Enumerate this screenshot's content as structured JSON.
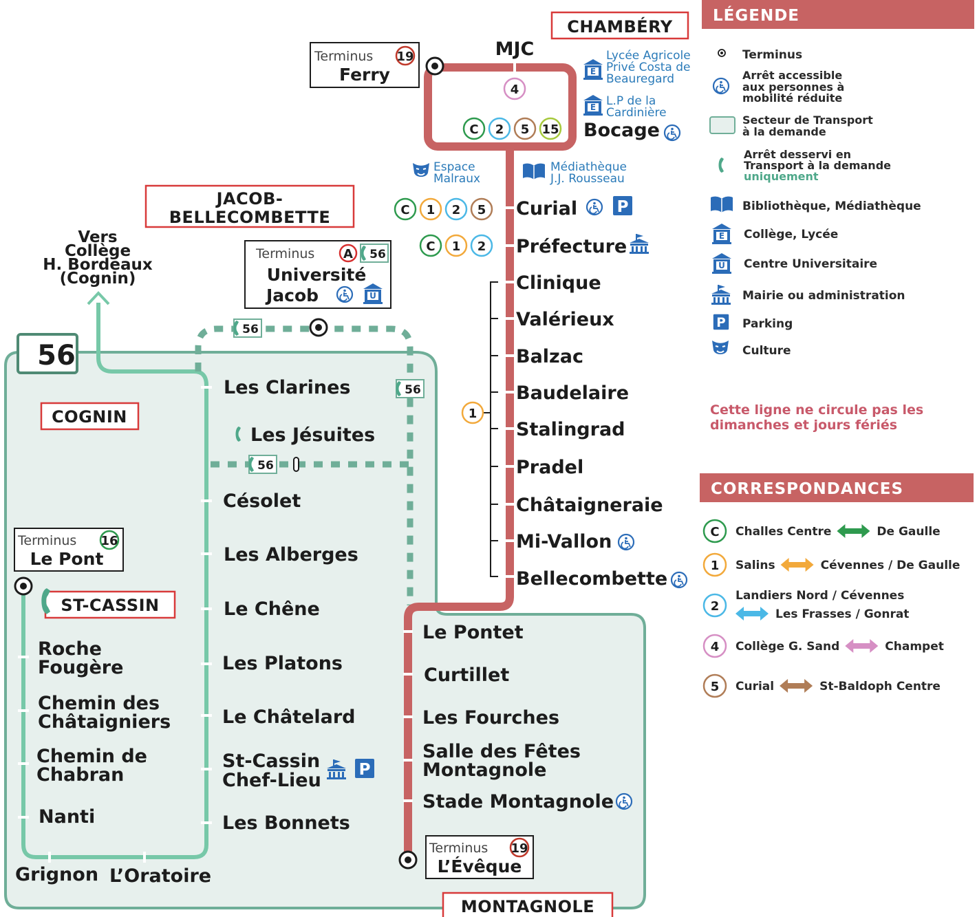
{
  "line": {
    "color": "#c76363",
    "tad_color": "#6fbf9e",
    "tad_fill": "#e8f1ee",
    "badge": "56"
  },
  "cities": {
    "chambery": "CHAMBÉRY",
    "jacob_line1": "JACOB-",
    "jacob_line2": "BELLECOMBETTE",
    "cognin": "COGNIN",
    "st_cassin": "ST-CASSIN",
    "montagnole": "MONTAGNOLE"
  },
  "terminus_label": "Terminus",
  "terminals": {
    "ferry": {
      "line": "19",
      "name": "Ferry"
    },
    "universite": {
      "line_a": "A",
      "line_b": "56",
      "name1": "Université",
      "name2": "Jacob"
    },
    "le_pont": {
      "line": "16",
      "name": "Le Pont"
    },
    "leveque": {
      "line": "19",
      "name": "L’Évêque"
    }
  },
  "stops_main": {
    "mjc": "MJC",
    "bocage": "Bocage",
    "curial": "Curial",
    "prefecture": "Préfecture",
    "clinique": "Clinique",
    "valerieux": "Valérieux",
    "balzac": "Balzac",
    "baudelaire": "Baudelaire",
    "stalingrad": "Stalingrad",
    "pradel": "Pradel",
    "chataigneraie": "Châtaigneraie",
    "mi_vallon": "Mi-Vallon",
    "bellecombette": "Bellecombette"
  },
  "stops_montagnole": [
    "Le Pontet",
    "Curtillet",
    "Les Fourches",
    "Salle des Fêtes",
    "Montagnole",
    "Stade Montagnole"
  ],
  "stops_middle": {
    "clarines": "Les Clarines",
    "jesuites": "Les Jésuites",
    "cesolet": "Césolet",
    "alberges": "Les Alberges",
    "chene": "Le Chêne",
    "platons": "Les Platons",
    "chatelard": "Le Châtelard",
    "st_cassin_1": "St-Cassin",
    "st_cassin_2": "Chef-Lieu",
    "bonnets": "Les Bonnets"
  },
  "stops_left": {
    "roche_1": "Roche",
    "roche_2": "Fougère",
    "chemin_chat_1": "Chemin des",
    "chemin_chat_2": "Châtaigniers",
    "chabran_1": "Chemin de",
    "chabran_2": "Chabran",
    "nanti": "Nanti",
    "grignon": "Grignon",
    "oratoire": "L’Oratoire"
  },
  "direction_cognin": [
    "Vers",
    "Collège",
    "H. Bordeaux",
    "(Cognin)"
  ],
  "pois": {
    "lycee_1": "Lycée Agricole",
    "lycee_2": "Privé Costa de",
    "lycee_3": "Beauregard",
    "lp_1": "L.P de la",
    "lp_2": "Cardinière",
    "espace_1": "Espace",
    "espace_2": "Malraux",
    "media_1": "Médiathèque",
    "media_2": "J.J. Rousseau"
  },
  "correspondences_at_stops": {
    "mjc": [
      "4"
    ],
    "bocage": [
      "C",
      "2",
      "5",
      "15"
    ],
    "curial": [
      "C",
      "1",
      "2",
      "5"
    ],
    "prefecture": [
      "C",
      "1",
      "2"
    ],
    "trunk": [
      "1"
    ]
  },
  "line_colors": {
    "C": "#2e9a4e",
    "1": "#f2a93b",
    "2": "#4bb8e6",
    "4": "#d68fc4",
    "5": "#b07d57",
    "15": "#a6c93c",
    "16": "#2e9a4e",
    "19": "#c0392b",
    "A": "#d62f2f"
  },
  "legend": {
    "title": "LÉGENDE",
    "terminus": "Terminus",
    "accessible": [
      "Arrêt accessible",
      "aux personnes à",
      "mobilité réduite"
    ],
    "sector": [
      "Secteur de Transport",
      "à la demande"
    ],
    "tad_stop": [
      "Arrêt desservi en",
      "Transport à la demande",
      "uniquement"
    ],
    "library": "Bibliothèque, Médiathèque",
    "college": "Collège, Lycée",
    "university": "Centre Universitaire",
    "mairie": "Mairie ou administration",
    "parking": "Parking",
    "culture": "Culture"
  },
  "note": [
    "Cette ligne ne circule pas les",
    "dimanches et jours fériés"
  ],
  "correspondances": {
    "title": "CORRESPONDANCES",
    "items": [
      {
        "id": "C",
        "from": "Challes Centre",
        "to": "De Gaulle",
        "color": "#2e9a4e"
      },
      {
        "id": "1",
        "from": "Salins",
        "to": "Cévennes / De Gaulle",
        "color": "#f2a93b"
      },
      {
        "id": "2",
        "from": "Landiers Nord / Cévennes",
        "to": "Les Frasses / Gonrat",
        "color": "#4bb8e6"
      },
      {
        "id": "4",
        "from": "Collège G. Sand",
        "to": "Champet",
        "color": "#d68fc4"
      },
      {
        "id": "5",
        "from": "Curial",
        "to": "St-Baldoph Centre",
        "color": "#b07d57"
      }
    ]
  },
  "icons": {
    "accessible": "wheelchair-icon",
    "parking": "parking-icon",
    "mairie": "town-hall-icon",
    "college": "college-icon",
    "university": "university-icon",
    "library": "library-icon",
    "culture": "culture-mask-icon",
    "tad": "tad-phone-icon",
    "terminus": "terminus-icon"
  }
}
